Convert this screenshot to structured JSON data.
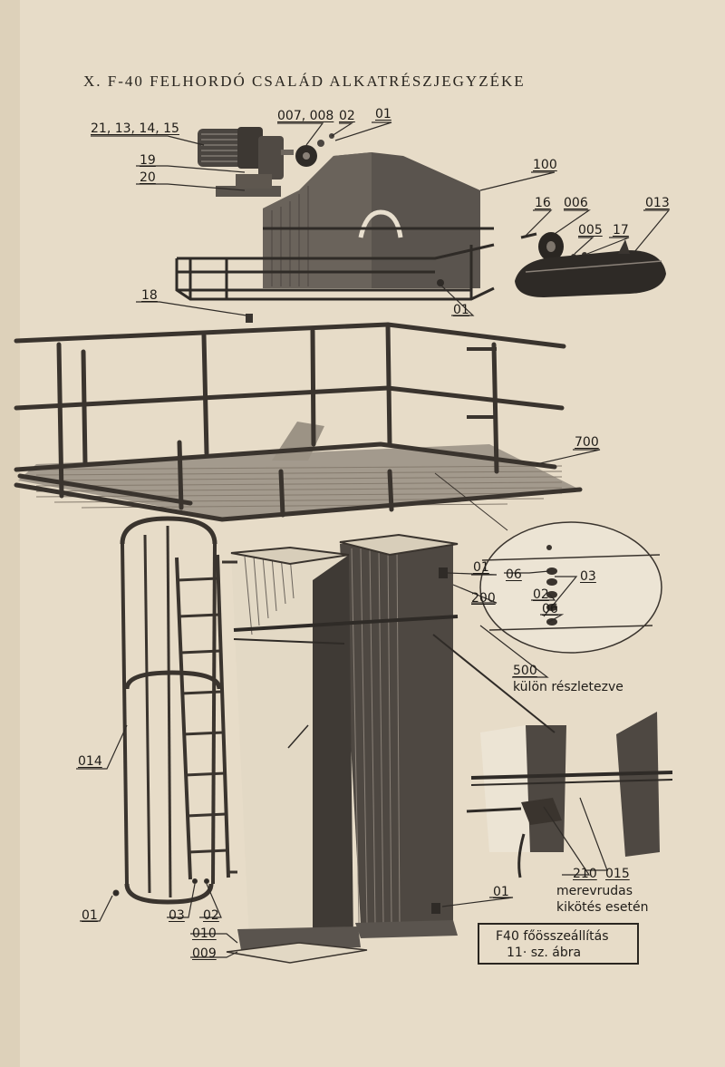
{
  "title": "X. F-40 FELHORDÓ CSALÁD ALKATRÉSZJEGYZÉKE",
  "labels": {
    "motor_group": "21, 13, 14, 15",
    "coupling": "007, 008",
    "top_02": "02",
    "top_01": "01",
    "l19": "19",
    "l20": "20",
    "head_100": "100",
    "l16": "16",
    "l006": "006",
    "l013": "013",
    "l005": "005",
    "l17": "17",
    "head_01": "01",
    "l18": "18",
    "platform_700": "700",
    "detail_06a": "06",
    "detail_03": "03",
    "detail_02": "02",
    "detail_06b": "06",
    "casing_01": "01",
    "casing_200": "200",
    "l500": "500",
    "l500_note": "külön részletezve",
    "cage_014": "014",
    "l210": "210",
    "l015": "015",
    "brace_note_1": "merevrudas",
    "brace_note_2": "kikötés esetén",
    "bottom_01": "01",
    "ladder_01": "01",
    "ladder_03": "03",
    "ladder_02": "02",
    "l010": "010",
    "l009": "009"
  },
  "caption": {
    "line1": "F40 főösszeállítás",
    "line2": "11· sz. ábra"
  }
}
